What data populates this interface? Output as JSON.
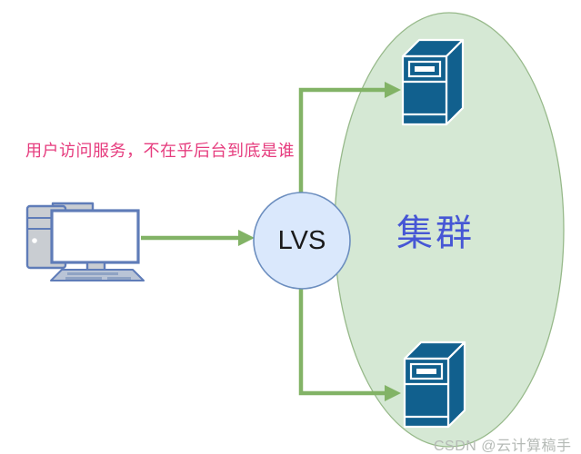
{
  "diagram": {
    "caption": "用户访问服务，不在乎后台到底是谁",
    "lvs": {
      "label": "LVS"
    },
    "cluster": {
      "label": "集群"
    },
    "watermark": "CSDN @云计算稿手"
  },
  "icons": {
    "client": "desktop-computer-icon",
    "backend_top": "server-icon",
    "backend_bottom": "server-icon"
  },
  "colors": {
    "ellipse_fill": "#d5e8d4",
    "ellipse_stroke": "#97b98a",
    "arrow": "#82b366",
    "circle_fill": "#dae8fc",
    "circle_stroke": "#6c8ebf",
    "server_fill": "#11608e",
    "caption_text": "#e63c7e",
    "cluster_text": "#4656d5",
    "watermark_text": "#b5bab6",
    "computer_fill": "#c9cdd2",
    "computer_stroke": "#5f7cb8",
    "keyboard_fill": "#b9c4d6",
    "keys_fill": "#8fa3c4"
  }
}
